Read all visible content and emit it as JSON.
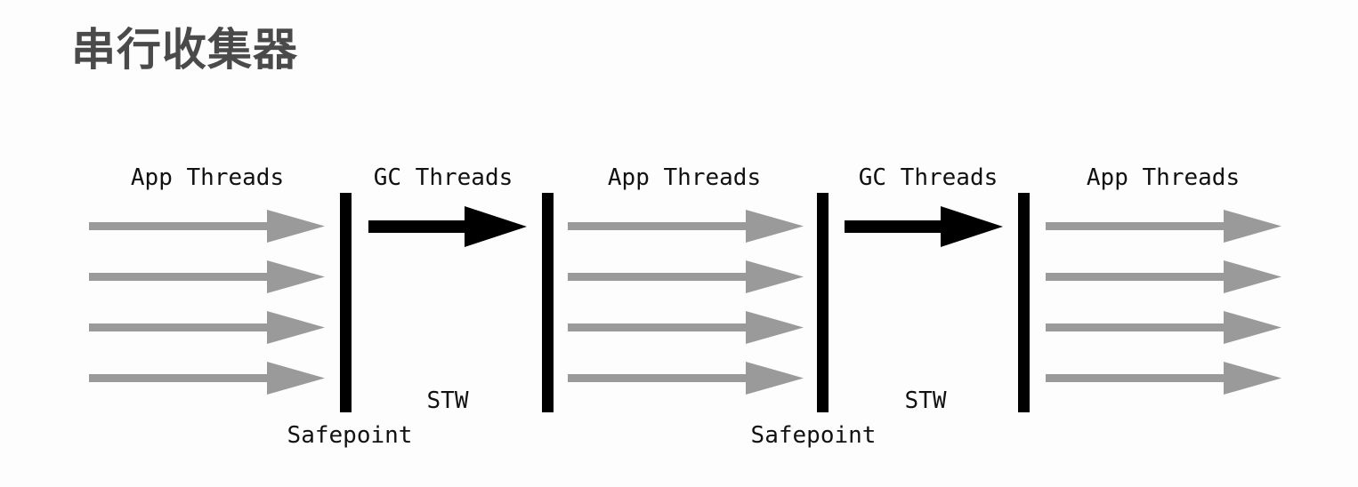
{
  "title": "串行收集器",
  "phase_labels": [
    "App Threads",
    "GC Threads",
    "App Threads",
    "GC Threads",
    "App Threads"
  ],
  "stw_labels": [
    "STW",
    "STW"
  ],
  "safepoint_labels": [
    "Safepoint",
    "Safepoint"
  ],
  "colors": {
    "app_thread_arrow": "#9a9a9a",
    "gc_thread_arrow": "#000000",
    "safepoint_bar": "#000000",
    "title": "#4a4a4a"
  }
}
